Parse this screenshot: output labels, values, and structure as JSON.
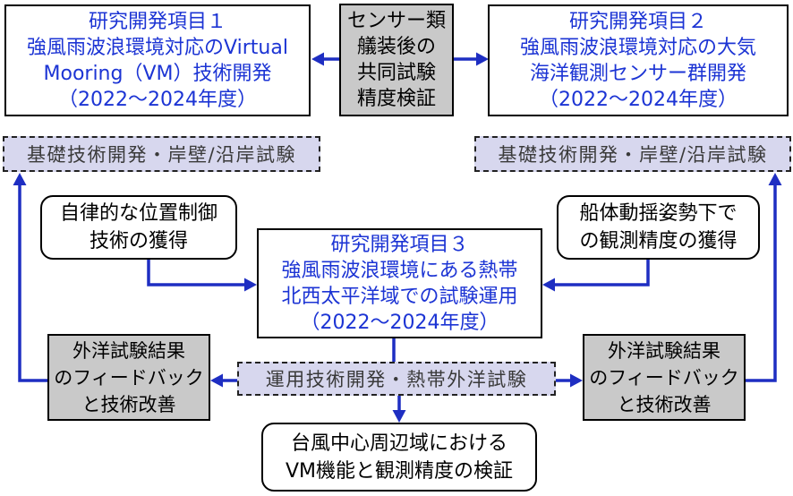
{
  "colors": {
    "title_text": "#1c34d4",
    "arrow": "#1e2ec2",
    "gray_box": "#c9c9c9",
    "dashed_box": "#d7d7ee"
  },
  "diagram": {
    "item1": {
      "lines": [
        "研究開発項目１",
        "強風雨波浪環境対応のVirtual",
        "Mooring（VM）技術開発",
        "（2022～2024年度）"
      ]
    },
    "joint_test": {
      "lines": [
        "センサー類",
        "艤装後の",
        "共同試験",
        "精度検証"
      ]
    },
    "item2": {
      "lines": [
        "研究開発項目２",
        "強風雨波浪環境対応の大気",
        "海洋観測センサー群開発",
        "（2022～2024年度）"
      ]
    },
    "basic_dev_left": "基礎技術開発・岸壁/沿岸試験",
    "basic_dev_right": "基礎技術開発・岸壁/沿岸試験",
    "outcome_left": {
      "lines": [
        "自律的な位置制御",
        "技術の獲得"
      ]
    },
    "outcome_right": {
      "lines": [
        "船体動揺姿勢下で",
        "の観測精度の獲得"
      ]
    },
    "item3": {
      "lines": [
        "研究開発項目３",
        "強風雨波浪環境にある熱帯",
        "北西太平洋域での試験運用",
        "（2022～2024年度）"
      ]
    },
    "feedback_left": {
      "lines": [
        "外洋試験結果",
        "のフィードバック",
        "と技術改善"
      ]
    },
    "feedback_right": {
      "lines": [
        "外洋試験結果",
        "のフィードバック",
        "と技術改善"
      ]
    },
    "ops_dev": "運用技術開発・熱帯外洋試験",
    "verification": {
      "lines": [
        "台風中心周辺域における",
        "VM機能と観測精度の検証"
      ]
    }
  }
}
